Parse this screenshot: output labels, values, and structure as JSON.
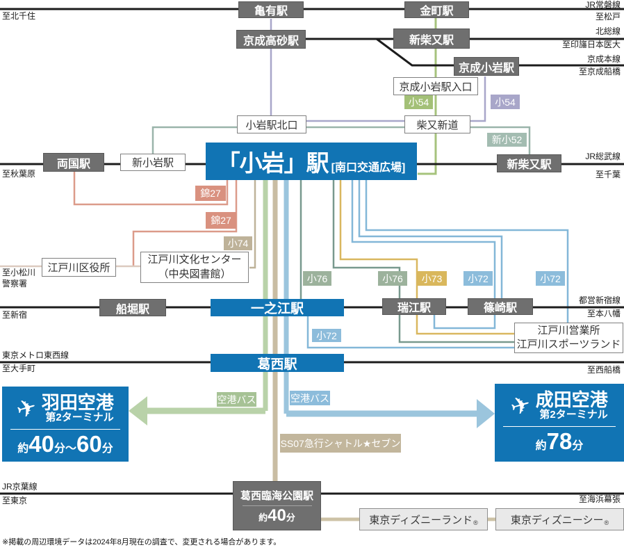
{
  "koiwa_hub": {
    "title": "「小岩」駅",
    "subtitle": "[南口交通広場]"
  },
  "rail_lines": {
    "joban": {
      "name": "JR常磐線",
      "to_left": "至北千住",
      "to_right": "至松戸"
    },
    "hokuso": {
      "name": "北総線",
      "to_right": "至印旛日本医大"
    },
    "keisei_main": {
      "name": "京成本線",
      "to_right": "至京成船橋"
    },
    "sobu": {
      "name": "JR総武線",
      "to_left": "至秋葉原",
      "to_right": "至千葉"
    },
    "toei_shinjuku": {
      "name": "都営新宿線",
      "to_left": "至新宿",
      "to_right": "至本八幡"
    },
    "tozai": {
      "name": "東京メトロ東西線",
      "to_left": "至大手町",
      "to_right": "至西船橋"
    },
    "keiyo": {
      "name": "JR京葉線",
      "to_left": "至東京",
      "to_right": "至海浜幕張"
    },
    "komatsugawa_police": {
      "to_line1": "至小松川",
      "to_line2": "警察署"
    }
  },
  "stations": {
    "kameari": "亀有駅",
    "kanamachi": "金町駅",
    "keisei_takasago": "京成高砂駅",
    "shin_shibamata": "新柴又駅",
    "keisei_koiwa": "京成小岩駅",
    "ryogoku": "両国駅",
    "shin_koiwa": "新小岩駅",
    "funabori": "船堀駅",
    "ichinoe": "一之江駅",
    "mizue": "瑞江駅",
    "shinozaki": "篠崎駅",
    "kasai": "葛西駅",
    "kasai_rinkai_koen": "葛西臨海公園駅"
  },
  "stops": {
    "keisei_koiwa_entrance": "京成小岩駅入口",
    "shibamata_shindo": "柴又新道",
    "koiwa_north_exit": "小岩駅北口",
    "edogawa_ward_office": "江戸川区役所",
    "bunka_center_line1": "江戸川文化センター",
    "bunka_center_line2": "（中央図書館）",
    "edogawa_office_line1": "江戸川営業所",
    "edogawa_office_line2": "江戸川スポーツランド"
  },
  "bus_routes": {
    "ko54": "小54",
    "shin_ko52": "新小52",
    "nishiki27": "錦27",
    "ko74": "小74",
    "ko76": "小76",
    "ko73": "小73",
    "ko72": "小72",
    "airport_bus": "空港バス",
    "shuttle_seven": "SS07急行シャトル★セブン"
  },
  "destinations": {
    "haneda": {
      "name": "羽田空港",
      "terminal": "第2ターミナル",
      "time_prefix": "約",
      "time1": "40",
      "unit1": "分",
      "separator": "～",
      "time2": "60",
      "unit2": "分"
    },
    "narita": {
      "name": "成田空港",
      "terminal": "第2ターミナル",
      "time_prefix": "約",
      "time": "78",
      "unit": "分"
    },
    "kasai_rinkai": {
      "time_prefix": "約",
      "time": "40",
      "unit": "分"
    },
    "disneyland": {
      "name": "東京ディズニーランド",
      "mark": "®"
    },
    "disneysea": {
      "name": "東京ディズニーシー",
      "mark": "®"
    }
  },
  "icons": {
    "airplane": "✈"
  },
  "note": "※掲載の周辺環境データは2024年8月現在の調査で、変更される場合があります。",
  "colors": {
    "hub_blue": "#1174b4",
    "station_gray": "#6f6f6f",
    "rail_black": "#1c1c1c",
    "route_salmon": "#dc9b8a",
    "route_pale_salmon": "#dccabf",
    "route_purple": "#a8a6c9",
    "route_green_ko54": "#a6c37c",
    "route_teal_shinko52": "#9ab4aa",
    "route_teal_ko76": "#78998e",
    "route_gold_ko73": "#d9b75f",
    "route_blue_ko72": "#83b7d8",
    "airport_bus_green": "#b9d2a9",
    "airport_bus_blue": "#9bc5dd",
    "shuttle_tan": "#c9bda3"
  }
}
